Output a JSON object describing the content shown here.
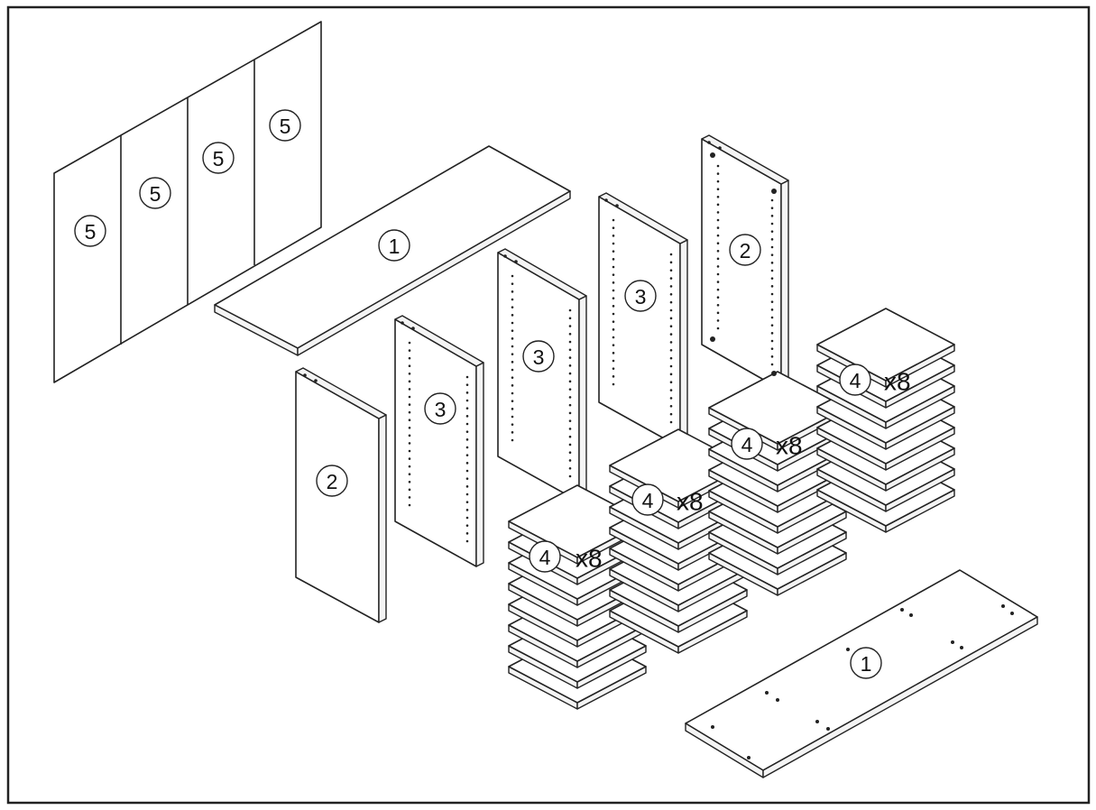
{
  "callouts": {
    "back_panels": [
      "5",
      "5",
      "5",
      "5"
    ],
    "top_board": "1",
    "bottom_board": "1",
    "side_left": "2",
    "side_right": "2",
    "dividers": [
      "3",
      "3",
      "3"
    ],
    "shelf_label": "4",
    "shelf_quantity": "x8"
  },
  "colors": {
    "line": "#222222",
    "fill": "#ffffff",
    "edge": "#f4f4f4"
  }
}
